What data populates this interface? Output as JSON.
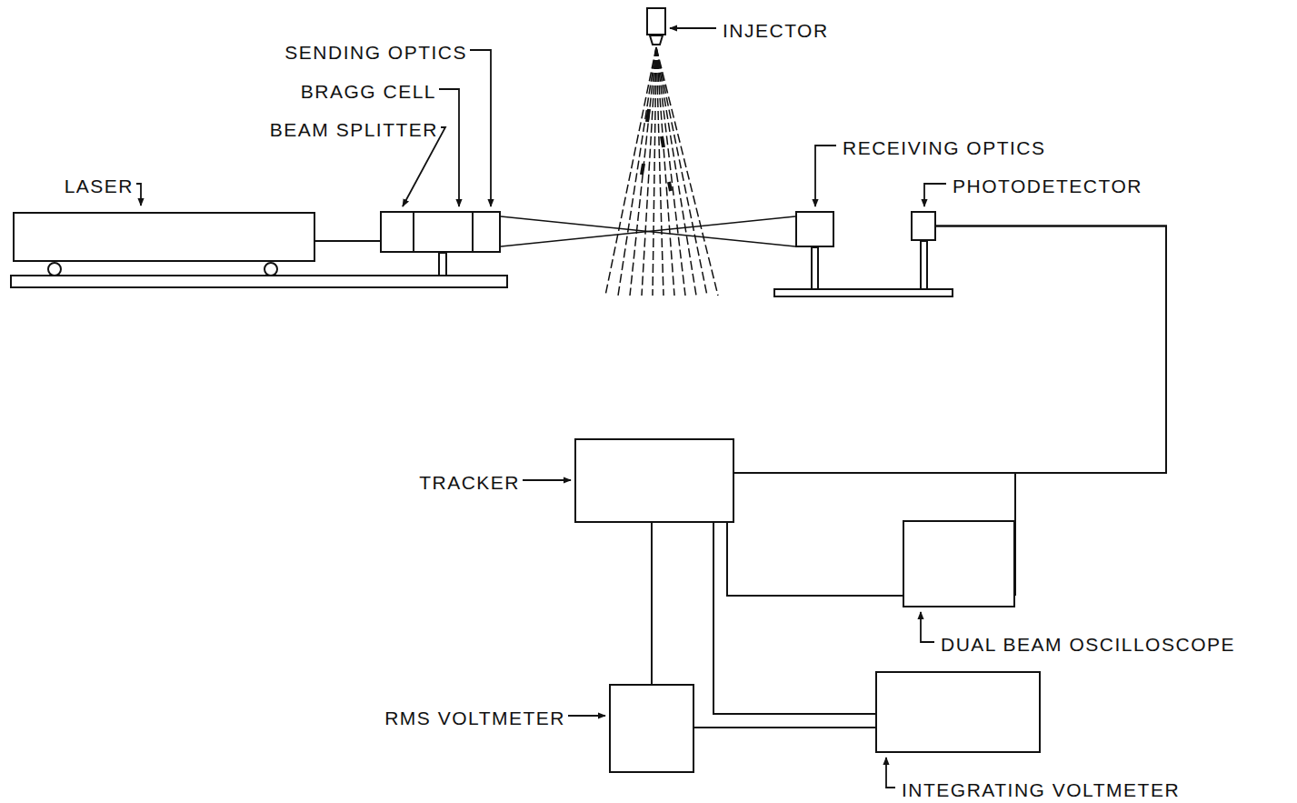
{
  "diagram": {
    "nodes": [
      {
        "text": [
          "LASER"
        ]
      },
      {
        "text": [
          "BEAM SPLITTER"
        ]
      },
      {
        "text": [
          "BRAGG CELL"
        ]
      },
      {
        "text": [
          "SENDING OPTICS"
        ]
      },
      {
        "text": [
          "INJECTOR"
        ]
      },
      {
        "text": [
          "RECEIVING OPTICS"
        ]
      },
      {
        "text": [
          "PHOTODETECTOR"
        ]
      },
      {
        "text": [
          "TRACKER"
        ]
      },
      {
        "text": [
          "DUAL BEAM OSCILLOSCOPE"
        ]
      },
      {
        "text": [
          "RMS VOLTMETER"
        ]
      },
      {
        "text": [
          "INTEGRATING VOLTMETER"
        ]
      }
    ],
    "edges": [
      {
        "from": 0,
        "to": 1,
        "arrow": "none"
      },
      {
        "from": 6,
        "to": 7,
        "arrow": "none"
      },
      {
        "from": 6,
        "to": 8,
        "arrow": "none"
      },
      {
        "from": 7,
        "to": 8,
        "arrow": "none"
      },
      {
        "from": 7,
        "to": 9,
        "arrow": "none"
      },
      {
        "from": 7,
        "to": 10,
        "arrow": "none"
      },
      {
        "from": 9,
        "to": 10,
        "arrow": "none"
      }
    ]
  }
}
